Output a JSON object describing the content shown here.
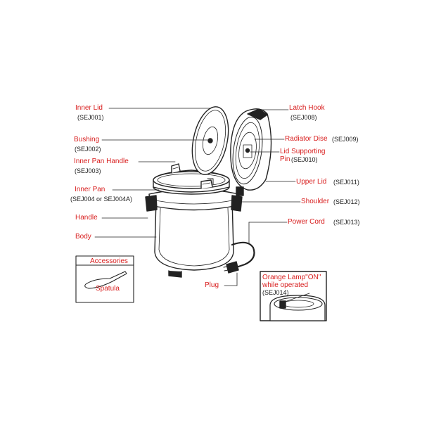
{
  "colors": {
    "label_red": "#d81e1e",
    "line": "#222222",
    "background": "#ffffff"
  },
  "labels": {
    "inner_lid": {
      "name": "Inner Lid",
      "code": "(SEJ001)"
    },
    "bushing": {
      "name": "Bushing",
      "code": "(SEJ002)"
    },
    "inner_pan_handle": {
      "name": "Inner Pan Handle",
      "code": "(SEJ003)"
    },
    "inner_pan": {
      "name": "Inner Pan",
      "code": "(SEJ004 or SEJ004A)"
    },
    "handle": {
      "name": "Handle"
    },
    "body": {
      "name": "Body"
    },
    "latch_hook": {
      "name": "Latch Hook",
      "code": "(SEJ008)"
    },
    "radiator_dise": {
      "name": "Radiator Dise",
      "code": "(SEJ009)"
    },
    "lid_supporting_pin": {
      "name_line1": "Lid Supporting",
      "name_line2": "Pin",
      "code": "(SEJ010)"
    },
    "upper_lid": {
      "name": "Upper Lid",
      "code": "(SEJ011)"
    },
    "shoulder": {
      "name": "Shoulder",
      "code": "(SEJ012)"
    },
    "power_cord": {
      "name": "Power Cord",
      "code": "(SEJ013)"
    },
    "plug": {
      "name": "Plug"
    }
  },
  "accessories_box": {
    "title": "Accessories",
    "item": "Spatula"
  },
  "lamp_box": {
    "line1": "Orange Lamp\"ON\"",
    "line2": "while operated",
    "code": "(SEJ014)"
  }
}
